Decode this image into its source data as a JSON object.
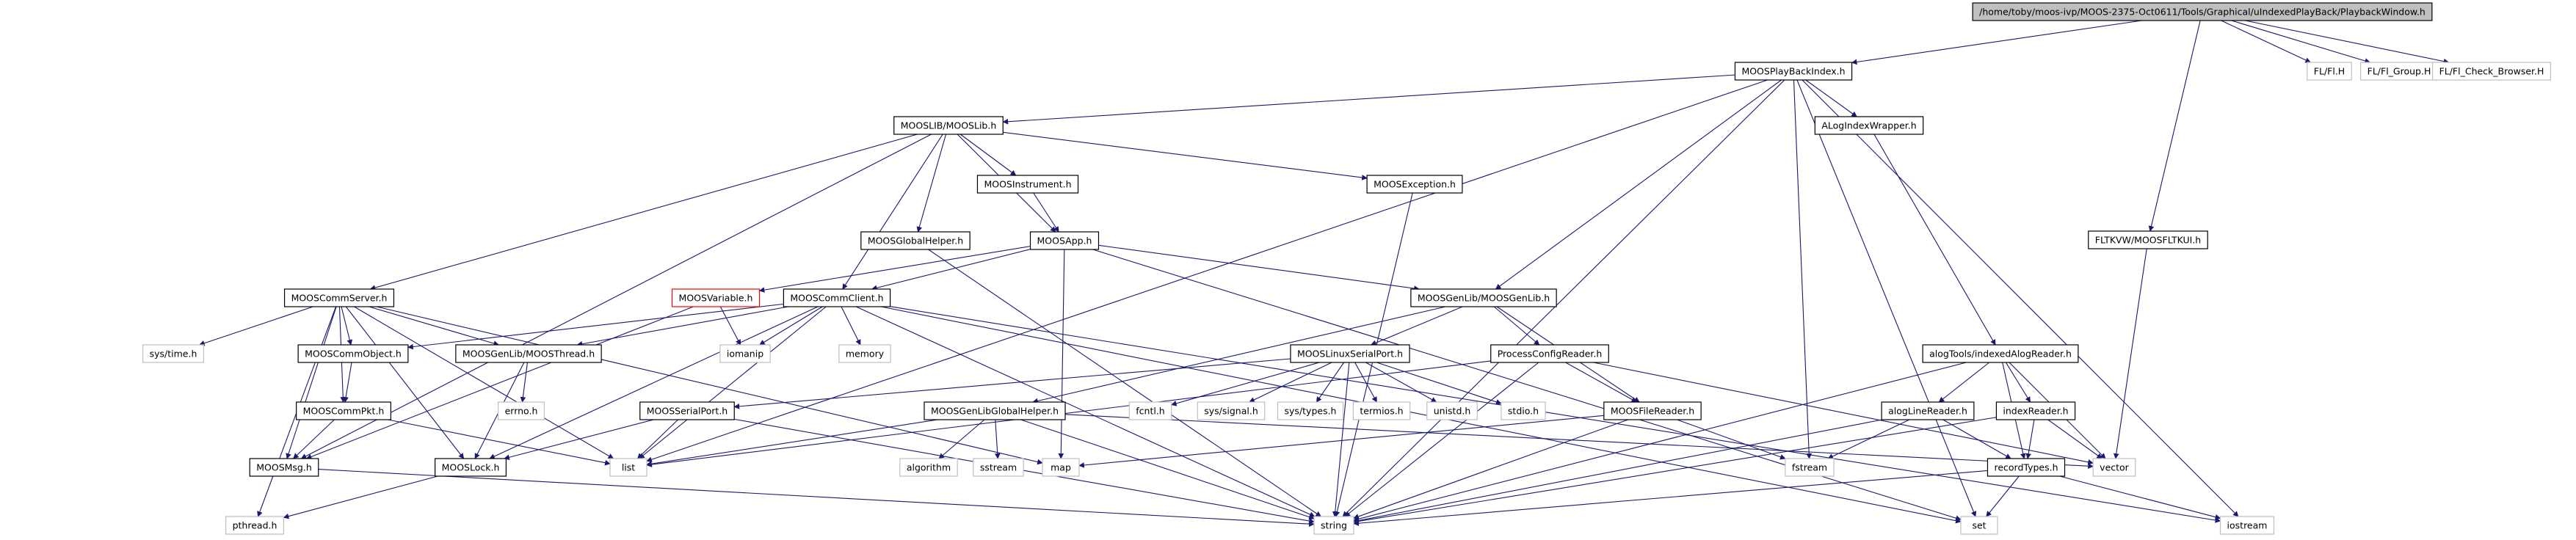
{
  "graph": {
    "nodes": [
      {
        "id": "root",
        "label": "/home/toby/moos-ivp/MOOS-2375-Oct0611/Tools/Graphical/uIndexedPlayBack/PlaybackWindow.h",
        "style": "root"
      },
      {
        "id": "playbackindex",
        "label": "MOOSPlayBackIndex.h",
        "style": "normal"
      },
      {
        "id": "fl_fl",
        "label": "FL/Fl.H",
        "style": "ext"
      },
      {
        "id": "fl_group",
        "label": "FL/Fl_Group.H",
        "style": "ext"
      },
      {
        "id": "fl_check",
        "label": "FL/Fl_Check_Browser.H",
        "style": "ext"
      },
      {
        "id": "mooslib",
        "label": "MOOSLIB/MOOSLib.h",
        "style": "normal"
      },
      {
        "id": "alogindex",
        "label": "ALogIndexWrapper.h",
        "style": "normal"
      },
      {
        "id": "moosinstrument",
        "label": "MOOSInstrument.h",
        "style": "normal"
      },
      {
        "id": "moosexception",
        "label": "MOOSException.h",
        "style": "normal"
      },
      {
        "id": "fltkui",
        "label": "FLTKVW/MOOSFLTKUI.h",
        "style": "normal"
      },
      {
        "id": "moosapp",
        "label": "MOOSApp.h",
        "style": "normal"
      },
      {
        "id": "globalhelper",
        "label": "MOOSGlobalHelper.h",
        "style": "normal"
      },
      {
        "id": "commserver",
        "label": "MOOSCommServer.h",
        "style": "normal"
      },
      {
        "id": "moosvariable",
        "label": "MOOSVariable.h",
        "style": "highlight"
      },
      {
        "id": "commclient",
        "label": "MOOSCommClient.h",
        "style": "normal"
      },
      {
        "id": "genlib",
        "label": "MOOSGenLib/MOOSGenLib.h",
        "style": "normal"
      },
      {
        "id": "indexedalog",
        "label": "alogTools/indexedAlogReader.h",
        "style": "normal"
      },
      {
        "id": "systime",
        "label": "sys/time.h",
        "style": "ext"
      },
      {
        "id": "commobject",
        "label": "MOOSCommObject.h",
        "style": "normal"
      },
      {
        "id": "moosthread",
        "label": "MOOSGenLib/MOOSThread.h",
        "style": "normal"
      },
      {
        "id": "iomanip",
        "label": "iomanip",
        "style": "ext"
      },
      {
        "id": "memory",
        "label": "memory",
        "style": "ext"
      },
      {
        "id": "linuxserial",
        "label": "MOOSLinuxSerialPort.h",
        "style": "normal"
      },
      {
        "id": "processconfig",
        "label": "ProcessConfigReader.h",
        "style": "normal"
      },
      {
        "id": "commpkt",
        "label": "MOOSCommPkt.h",
        "style": "normal"
      },
      {
        "id": "errno",
        "label": "errno.h",
        "style": "ext"
      },
      {
        "id": "serialport",
        "label": "MOOSSerialPort.h",
        "style": "normal"
      },
      {
        "id": "genlibhelper",
        "label": "MOOSGenLibGlobalHelper.h",
        "style": "normal"
      },
      {
        "id": "fcntl",
        "label": "fcntl.h",
        "style": "ext"
      },
      {
        "id": "syssignal",
        "label": "sys/signal.h",
        "style": "ext"
      },
      {
        "id": "systypes",
        "label": "sys/types.h",
        "style": "ext"
      },
      {
        "id": "termios",
        "label": "termios.h",
        "style": "ext"
      },
      {
        "id": "unistd",
        "label": "unistd.h",
        "style": "ext"
      },
      {
        "id": "stdio",
        "label": "stdio.h",
        "style": "ext"
      },
      {
        "id": "filereader",
        "label": "MOOSFileReader.h",
        "style": "normal"
      },
      {
        "id": "alogline",
        "label": "alogLineReader.h",
        "style": "normal"
      },
      {
        "id": "indexreader",
        "label": "indexReader.h",
        "style": "normal"
      },
      {
        "id": "moosmsg",
        "label": "MOOSMsg.h",
        "style": "normal"
      },
      {
        "id": "mooslock",
        "label": "MOOSLock.h",
        "style": "normal"
      },
      {
        "id": "list",
        "label": "list",
        "style": "ext"
      },
      {
        "id": "algorithm",
        "label": "algorithm",
        "style": "ext"
      },
      {
        "id": "sstream",
        "label": "sstream",
        "style": "ext"
      },
      {
        "id": "map",
        "label": "map",
        "style": "ext"
      },
      {
        "id": "vector",
        "label": "vector",
        "style": "ext"
      },
      {
        "id": "fstream",
        "label": "fstream",
        "style": "ext"
      },
      {
        "id": "recordtypes",
        "label": "recordTypes.h",
        "style": "normal"
      },
      {
        "id": "pthread",
        "label": "pthread.h",
        "style": "ext"
      },
      {
        "id": "string",
        "label": "string",
        "style": "ext"
      },
      {
        "id": "set",
        "label": "set",
        "style": "ext"
      },
      {
        "id": "iostream",
        "label": "iostream",
        "style": "ext"
      }
    ],
    "edges": [
      [
        "root",
        "playbackindex"
      ],
      [
        "root",
        "fl_fl"
      ],
      [
        "root",
        "fl_group"
      ],
      [
        "root",
        "fl_check"
      ],
      [
        "root",
        "fltkui"
      ],
      [
        "playbackindex",
        "mooslib"
      ],
      [
        "playbackindex",
        "alogindex"
      ],
      [
        "playbackindex",
        "genlib"
      ],
      [
        "playbackindex",
        "list"
      ],
      [
        "playbackindex",
        "fstream"
      ],
      [
        "playbackindex",
        "string"
      ],
      [
        "playbackindex",
        "set"
      ],
      [
        "playbackindex",
        "iostream"
      ],
      [
        "mooslib",
        "moosinstrument"
      ],
      [
        "mooslib",
        "moosexception"
      ],
      [
        "mooslib",
        "moosapp"
      ],
      [
        "mooslib",
        "globalhelper"
      ],
      [
        "mooslib",
        "commserver"
      ],
      [
        "mooslib",
        "commclient"
      ],
      [
        "mooslib",
        "moosmsg"
      ],
      [
        "alogindex",
        "indexedalog"
      ],
      [
        "moosinstrument",
        "moosapp"
      ],
      [
        "moosexception",
        "string"
      ],
      [
        "fltkui",
        "vector"
      ],
      [
        "moosapp",
        "moosvariable"
      ],
      [
        "moosapp",
        "commclient"
      ],
      [
        "moosapp",
        "genlib"
      ],
      [
        "moosapp",
        "map"
      ],
      [
        "moosapp",
        "set"
      ],
      [
        "globalhelper",
        "string"
      ],
      [
        "commserver",
        "systime"
      ],
      [
        "commserver",
        "commobject"
      ],
      [
        "commserver",
        "moosthread"
      ],
      [
        "commserver",
        "commpkt"
      ],
      [
        "commserver",
        "moosmsg"
      ],
      [
        "commserver",
        "mooslock"
      ],
      [
        "commserver",
        "list"
      ],
      [
        "commserver",
        "map"
      ],
      [
        "commserver",
        "pthread"
      ],
      [
        "moosvariable",
        "iomanip"
      ],
      [
        "moosvariable",
        "moosmsg"
      ],
      [
        "commclient",
        "commobject"
      ],
      [
        "commclient",
        "moosthread"
      ],
      [
        "commclient",
        "iomanip"
      ],
      [
        "commclient",
        "memory"
      ],
      [
        "commclient",
        "mooslock"
      ],
      [
        "commclient",
        "list"
      ],
      [
        "commclient",
        "string"
      ],
      [
        "commclient",
        "set"
      ],
      [
        "commclient",
        "iostream"
      ],
      [
        "genlib",
        "linuxserial"
      ],
      [
        "genlib",
        "processconfig"
      ],
      [
        "genlib",
        "genlibhelper"
      ],
      [
        "genlib",
        "filereader"
      ],
      [
        "indexedalog",
        "alogline"
      ],
      [
        "indexedalog",
        "indexreader"
      ],
      [
        "indexedalog",
        "recordtypes"
      ],
      [
        "indexedalog",
        "vector"
      ],
      [
        "indexedalog",
        "string"
      ],
      [
        "commobject",
        "commpkt"
      ],
      [
        "moosthread",
        "errno"
      ],
      [
        "moosthread",
        "mooslock"
      ],
      [
        "linuxserial",
        "serialport"
      ],
      [
        "linuxserial",
        "fcntl"
      ],
      [
        "linuxserial",
        "syssignal"
      ],
      [
        "linuxserial",
        "systypes"
      ],
      [
        "linuxserial",
        "termios"
      ],
      [
        "linuxserial",
        "unistd"
      ],
      [
        "linuxserial",
        "stdio"
      ],
      [
        "linuxserial",
        "string"
      ],
      [
        "processconfig",
        "filereader"
      ],
      [
        "processconfig",
        "list"
      ],
      [
        "processconfig",
        "vector"
      ],
      [
        "processconfig",
        "string"
      ],
      [
        "commpkt",
        "moosmsg"
      ],
      [
        "commpkt",
        "list"
      ],
      [
        "serialport",
        "mooslock"
      ],
      [
        "serialport",
        "list"
      ],
      [
        "serialport",
        "string"
      ],
      [
        "genlibhelper",
        "list"
      ],
      [
        "genlibhelper",
        "algorithm"
      ],
      [
        "genlibhelper",
        "sstream"
      ],
      [
        "genlibhelper",
        "vector"
      ],
      [
        "genlibhelper",
        "string"
      ],
      [
        "filereader",
        "fstream"
      ],
      [
        "filereader",
        "map"
      ],
      [
        "filereader",
        "string"
      ],
      [
        "alogline",
        "recordtypes"
      ],
      [
        "alogline",
        "fstream"
      ],
      [
        "alogline",
        "string"
      ],
      [
        "indexreader",
        "recordtypes"
      ],
      [
        "indexreader",
        "vector"
      ],
      [
        "indexreader",
        "string"
      ],
      [
        "moosmsg",
        "string"
      ],
      [
        "mooslock",
        "pthread"
      ],
      [
        "recordtypes",
        "string"
      ],
      [
        "recordtypes",
        "set"
      ],
      [
        "recordtypes",
        "iostream"
      ]
    ]
  }
}
